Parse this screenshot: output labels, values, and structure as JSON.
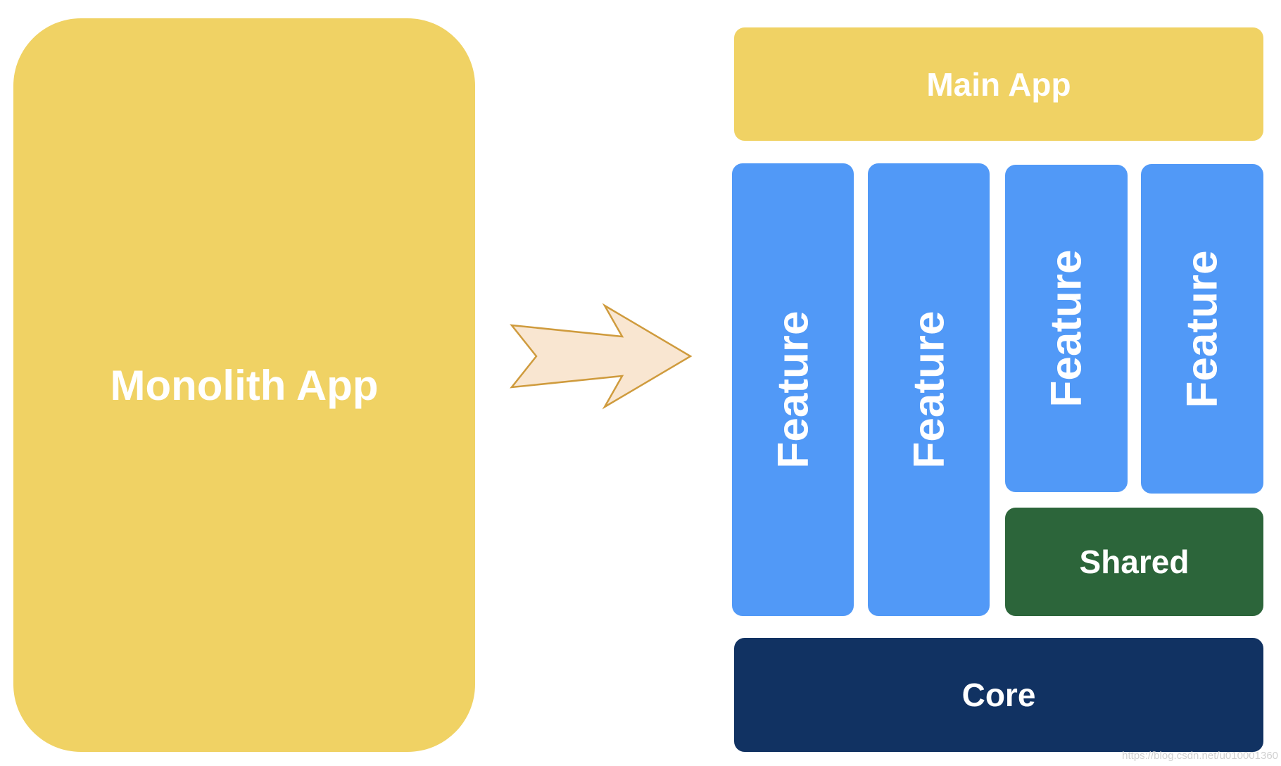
{
  "monolith": {
    "label": "Monolith App"
  },
  "main_app": {
    "label": "Main App"
  },
  "features": [
    {
      "label": "Feature"
    },
    {
      "label": "Feature"
    },
    {
      "label": "Feature"
    },
    {
      "label": "Feature"
    }
  ],
  "shared": {
    "label": "Shared"
  },
  "core": {
    "label": "Core"
  },
  "watermark": "https://blog.csdn.net/u010001360",
  "colors": {
    "monolith": "#f0d264",
    "main_app": "#f0d264",
    "feature": "#5199f7",
    "shared": "#2c653a",
    "core": "#113262",
    "arrow_fill": "#f9e6d1",
    "arrow_stroke": "#cf9b3d"
  }
}
